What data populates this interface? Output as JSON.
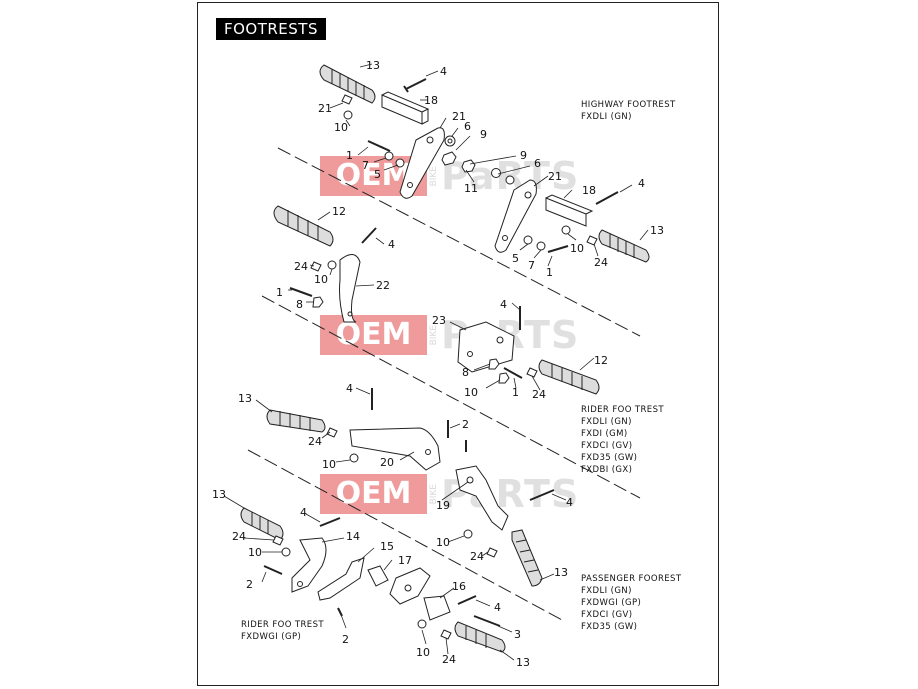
{
  "title": "FOOTRESTS",
  "watermark": {
    "oem": "OEM",
    "bike": "BIKE",
    "parts": "PaRTS"
  },
  "groups": {
    "highway": [
      "HIGHWAY FOOTREST",
      "FXDLI (GN)"
    ],
    "rider": [
      "RIDER FOO TREST",
      "FXDLI (GN)",
      "FXDI (GM)",
      "FXDCI (GV)",
      "FXD35 (GW)",
      "FXDBI (GX)"
    ],
    "passenger": [
      "PASSENGER FOOREST",
      "FXDLI (GN)",
      "FXDWGI (GP)",
      "FXDCI (GV)",
      "FXD35 (GW)"
    ],
    "rider_dwg": [
      "RIDER FOO TREST",
      "FXDWGI (GP)"
    ]
  },
  "callouts": [
    {
      "n": "13"
    },
    {
      "n": "4"
    },
    {
      "n": "21"
    },
    {
      "n": "18"
    },
    {
      "n": "10"
    },
    {
      "n": "21"
    },
    {
      "n": "6"
    },
    {
      "n": "9"
    },
    {
      "n": "1"
    },
    {
      "n": "7"
    },
    {
      "n": "5"
    },
    {
      "n": "9"
    },
    {
      "n": "6"
    },
    {
      "n": "11"
    },
    {
      "n": "21"
    },
    {
      "n": "18"
    },
    {
      "n": "4"
    },
    {
      "n": "10"
    },
    {
      "n": "13"
    },
    {
      "n": "5"
    },
    {
      "n": "7"
    },
    {
      "n": "24"
    },
    {
      "n": "1"
    },
    {
      "n": "12"
    },
    {
      "n": "4"
    },
    {
      "n": "24"
    },
    {
      "n": "10"
    },
    {
      "n": "22"
    },
    {
      "n": "1"
    },
    {
      "n": "8"
    },
    {
      "n": "4"
    },
    {
      "n": "23"
    },
    {
      "n": "12"
    },
    {
      "n": "8"
    },
    {
      "n": "10"
    },
    {
      "n": "1"
    },
    {
      "n": "24"
    },
    {
      "n": "4"
    },
    {
      "n": "13"
    },
    {
      "n": "24"
    },
    {
      "n": "2"
    },
    {
      "n": "10"
    },
    {
      "n": "20"
    },
    {
      "n": "19"
    },
    {
      "n": "4"
    },
    {
      "n": "13"
    },
    {
      "n": "4"
    },
    {
      "n": "24"
    },
    {
      "n": "14"
    },
    {
      "n": "10"
    },
    {
      "n": "15"
    },
    {
      "n": "2"
    },
    {
      "n": "17"
    },
    {
      "n": "10"
    },
    {
      "n": "24"
    },
    {
      "n": "13"
    },
    {
      "n": "16"
    },
    {
      "n": "4"
    },
    {
      "n": "3"
    },
    {
      "n": "2"
    },
    {
      "n": "10"
    },
    {
      "n": "24"
    },
    {
      "n": "13"
    }
  ]
}
